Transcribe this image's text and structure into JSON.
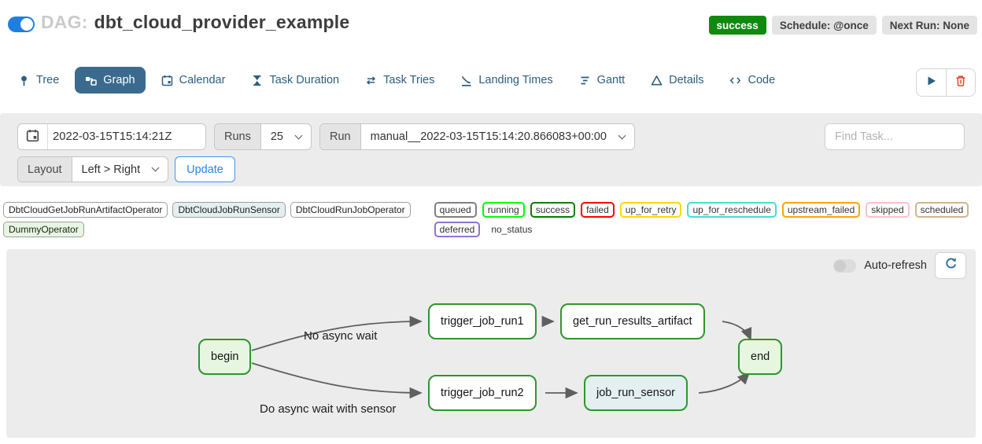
{
  "header": {
    "dag_label": "DAG:",
    "dag_name": "dbt_cloud_provider_example",
    "state_badge": "success",
    "state_color": "#0f8a0f",
    "schedule_badge": "Schedule: @once",
    "next_run_badge": "Next Run: None"
  },
  "tabs": [
    {
      "label": "Tree",
      "icon": "pin-icon"
    },
    {
      "label": "Graph",
      "icon": "graph-icon",
      "active": true
    },
    {
      "label": "Calendar",
      "icon": "calendar-icon"
    },
    {
      "label": "Task Duration",
      "icon": "hourglass-icon"
    },
    {
      "label": "Task Tries",
      "icon": "repeat-icon"
    },
    {
      "label": "Landing Times",
      "icon": "landing-icon"
    },
    {
      "label": "Gantt",
      "icon": "gantt-icon"
    },
    {
      "label": "Details",
      "icon": "triangle-icon"
    },
    {
      "label": "Code",
      "icon": "code-icon"
    }
  ],
  "filters": {
    "date_value": "2022-03-15T15:14:21Z",
    "runs_label": "Runs",
    "runs_value": "25",
    "run_label": "Run",
    "run_value": "manual__2022-03-15T15:14:20.866083+00:00",
    "find_task_placeholder": "Find Task...",
    "layout_label": "Layout",
    "layout_value": "Left > Right",
    "update_label": "Update"
  },
  "legend": {
    "operators": [
      {
        "label": "DbtCloudGetJobRunArtifactOperator",
        "fill": "#ffffff"
      },
      {
        "label": "DbtCloudJobRunSensor",
        "fill": "#e3eff1"
      },
      {
        "label": "DbtCloudRunJobOperator",
        "fill": "#ffffff"
      },
      {
        "label": "DummyOperator",
        "fill": "#e7f6e1"
      }
    ],
    "statuses": [
      {
        "label": "queued",
        "color": "#808080"
      },
      {
        "label": "running",
        "color": "#00ff00"
      },
      {
        "label": "success",
        "color": "#008000"
      },
      {
        "label": "failed",
        "color": "#ff0000"
      },
      {
        "label": "up_for_retry",
        "color": "#ffd700"
      },
      {
        "label": "up_for_reschedule",
        "color": "#40e0d0"
      },
      {
        "label": "upstream_failed",
        "color": "#ffa500"
      },
      {
        "label": "skipped",
        "color": "#ffc0cb"
      },
      {
        "label": "scheduled",
        "color": "#d2b48c"
      },
      {
        "label": "deferred",
        "color": "#9370db"
      },
      {
        "label": "no_status",
        "color": "transparent"
      }
    ]
  },
  "graph": {
    "auto_refresh_label": "Auto-refresh",
    "nodes": [
      {
        "id": "begin",
        "label": "begin",
        "fill": "#e7f6e1",
        "border": "#2e962e"
      },
      {
        "id": "trigger_job_run1",
        "label": "trigger_job_run1",
        "fill": "#ffffff",
        "border": "#2e962e"
      },
      {
        "id": "get_run_results_artifact",
        "label": "get_run_results_artifact",
        "fill": "#ffffff",
        "border": "#2e962e"
      },
      {
        "id": "trigger_job_run2",
        "label": "trigger_job_run2",
        "fill": "#ffffff",
        "border": "#2e962e"
      },
      {
        "id": "job_run_sensor",
        "label": "job_run_sensor",
        "fill": "#e3eff1",
        "border": "#2e962e"
      },
      {
        "id": "end",
        "label": "end",
        "fill": "#e7f6e1",
        "border": "#2e962e"
      }
    ],
    "edges": [
      {
        "from": "begin",
        "to": "trigger_job_run1",
        "label": "No async wait"
      },
      {
        "from": "begin",
        "to": "trigger_job_run2",
        "label": "Do async wait with sensor"
      },
      {
        "from": "trigger_job_run1",
        "to": "get_run_results_artifact",
        "label": ""
      },
      {
        "from": "get_run_results_artifact",
        "to": "end",
        "label": ""
      },
      {
        "from": "trigger_job_run2",
        "to": "job_run_sensor",
        "label": ""
      },
      {
        "from": "job_run_sensor",
        "to": "end",
        "label": ""
      }
    ]
  }
}
